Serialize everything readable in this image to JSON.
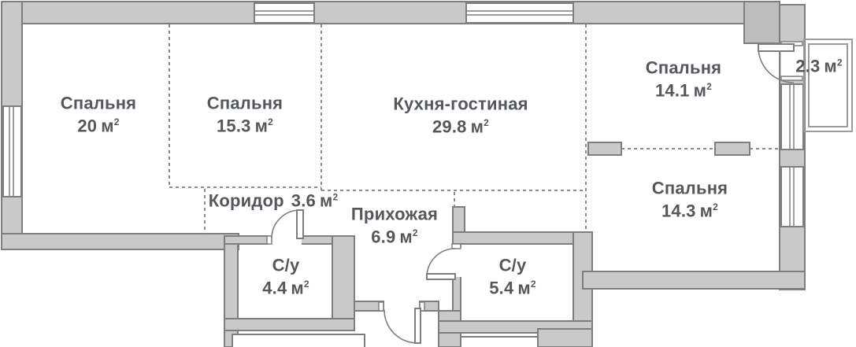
{
  "units": {
    "unit": "м",
    "sup": "2"
  },
  "rooms": {
    "bedroom_20": {
      "name": "Спальня",
      "area": "20"
    },
    "bedroom_15_3": {
      "name": "Спальня",
      "area": "15.3"
    },
    "kitchen_living": {
      "name": "Кухня-гостиная",
      "area": "29.8"
    },
    "bedroom_14_1": {
      "name": "Спальня",
      "area": "14.1"
    },
    "bedroom_14_3": {
      "name": "Спальня",
      "area": "14.3"
    },
    "corridor": {
      "name": "Коридор",
      "area": "3.6"
    },
    "hallway": {
      "name": "Прихожая",
      "area": "6.9"
    },
    "bathroom_4_4": {
      "name": "С/у",
      "area": "4.4"
    },
    "bathroom_5_4": {
      "name": "С/у",
      "area": "5.4"
    },
    "balcony": {
      "name": "",
      "area": "2.3"
    }
  },
  "colors": {
    "wall_fill": "#c9c9c9",
    "wall_dark": "#bdbdbd",
    "wall_stroke": "#7e7e7e",
    "dashed": "#8a8a8a",
    "thin": "#9b9b9b",
    "label_text": "#54575b",
    "background": "#ffffff"
  }
}
